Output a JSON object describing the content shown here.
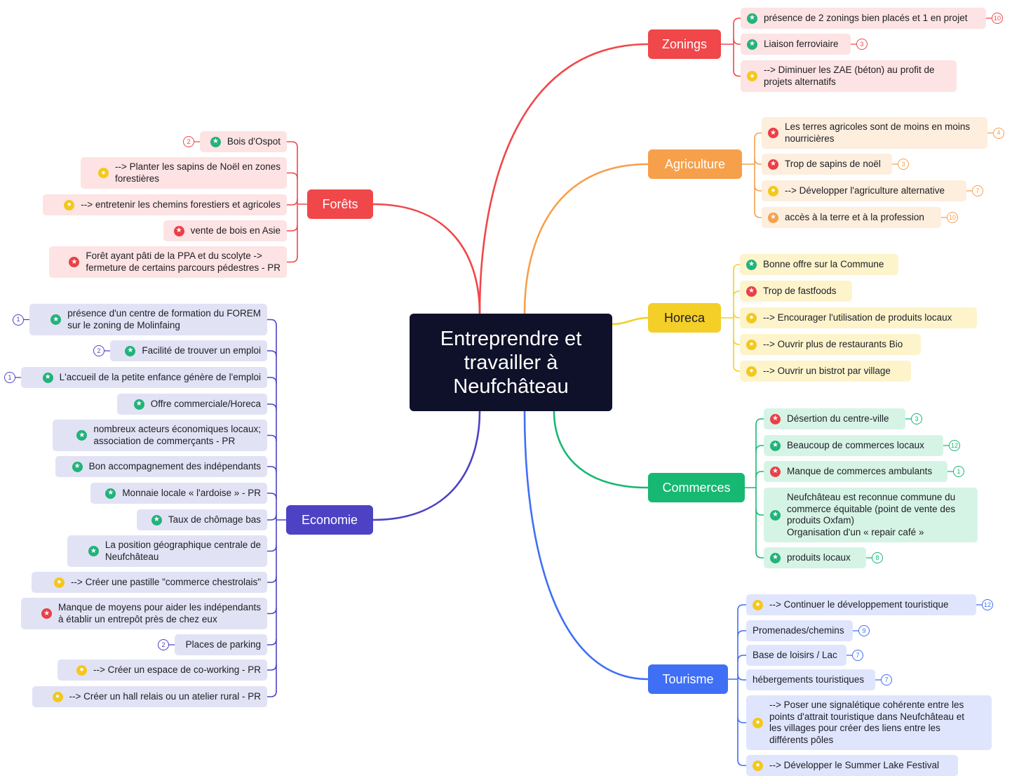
{
  "colors": {
    "central_bg": "#0f1029",
    "zonings": "#f0474a",
    "agriculture": "#f6a04c",
    "horeca": "#f3cf28",
    "commerces": "#17b872",
    "tourisme": "#3f6ff5",
    "economie": "#4d42c4",
    "forets": "#f0474a",
    "icon_positive": "#21b37a",
    "icon_negative": "#ea3f47",
    "icon_idea": "#f4c81c",
    "icon_neutral_star": "#f6a04c"
  },
  "central": {
    "title": "Entreprendre et\ntravailler à\nNeufchâteau"
  },
  "branches": [
    {
      "key": "zonings",
      "label": "Zonings",
      "children": [
        {
          "icon": "star-green",
          "text": "présence de 2 zonings bien placés et 1 en projet",
          "badge": "10"
        },
        {
          "icon": "star-green",
          "text": "Liaison ferroviaire",
          "badge": "3"
        },
        {
          "icon": "bulb",
          "text": "--> Diminuer les ZAE (béton) au profit de\nprojets alternatifs"
        }
      ]
    },
    {
      "key": "agriculture",
      "label": "Agriculture",
      "children": [
        {
          "icon": "star-red",
          "text": "Les terres agricoles sont de moins en moins\nnourricières",
          "badge": "4"
        },
        {
          "icon": "star-red",
          "text": "Trop de sapins de noël",
          "badge": "3"
        },
        {
          "icon": "bulb",
          "text": "--> Développer l'agriculture alternative",
          "badge": "7"
        },
        {
          "icon": "star-orange",
          "text": "accès à la terre et à la profession",
          "badge": "10"
        }
      ]
    },
    {
      "key": "horeca",
      "label": "Horeca",
      "children": [
        {
          "icon": "star-green",
          "text": "Bonne offre sur la Commune"
        },
        {
          "icon": "star-red",
          "text": "Trop de fastfoods"
        },
        {
          "icon": "bulb",
          "text": "--> Encourager l'utilisation de produits locaux"
        },
        {
          "icon": "bulb",
          "text": "--> Ouvrir plus de restaurants Bio"
        },
        {
          "icon": "bulb",
          "text": "--> Ouvrir un bistrot par village"
        }
      ]
    },
    {
      "key": "commerces",
      "label": "Commerces",
      "children": [
        {
          "icon": "star-red",
          "text": "Désertion du centre-ville",
          "badge": "3"
        },
        {
          "icon": "star-green",
          "text": "Beaucoup de commerces locaux",
          "badge": "12"
        },
        {
          "icon": "star-red",
          "text": "Manque de commerces ambulants",
          "badge": "1"
        },
        {
          "icon": "star-green",
          "text": "Neufchâteau est reconnue commune du\ncommerce équitable (point de vente des\nproduits Oxfam)\nOrganisation d'un « repair café »"
        },
        {
          "icon": "star-green",
          "text": "produits locaux",
          "badge": "8"
        }
      ]
    },
    {
      "key": "tourisme",
      "label": "Tourisme",
      "children": [
        {
          "icon": "bulb",
          "text": "--> Continuer le développement touristique",
          "badge": "12"
        },
        {
          "icon": "none",
          "text": "Promenades/chemins",
          "badge": "9"
        },
        {
          "icon": "none",
          "text": "Base de loisirs / Lac",
          "badge": "7"
        },
        {
          "icon": "none",
          "text": "hébergements touristiques",
          "badge": "7"
        },
        {
          "icon": "bulb",
          "text": "--> Poser une signalétique cohérente entre les\npoints d'attrait touristique dans Neufchâteau et\nles villages pour créer des liens entre les\ndifférents pôles"
        },
        {
          "icon": "bulb",
          "text": "--> Développer le Summer Lake Festival"
        }
      ]
    },
    {
      "key": "forets",
      "label": "Forêts",
      "children": [
        {
          "icon": "star-green",
          "text": "Bois d'Ospot",
          "badge": "2"
        },
        {
          "icon": "bulb",
          "text": "--> Planter les sapins de Noël en zones\nforestières"
        },
        {
          "icon": "bulb",
          "text": "--> entretenir les chemins forestiers et agricoles"
        },
        {
          "icon": "star-red",
          "text": "vente de bois en Asie"
        },
        {
          "icon": "star-red",
          "text": "Forêt ayant pâti de la PPA et du scolyte ->\nfermeture de certains parcours pédestres - PR"
        }
      ]
    },
    {
      "key": "economie",
      "label": "Economie",
      "children": [
        {
          "icon": "star-green",
          "text": "présence d'un centre de formation du FOREM\nsur le zoning de Molinfaing",
          "badge": "1"
        },
        {
          "icon": "star-green",
          "text": "Facilité de trouver un emploi",
          "badge": "2"
        },
        {
          "icon": "star-green",
          "text": "L'accueil de la petite enfance génère de l'emploi",
          "badge": "1"
        },
        {
          "icon": "star-green",
          "text": "Offre commerciale/Horeca"
        },
        {
          "icon": "star-green",
          "text": "nombreux acteurs économiques locaux;\nassociation de commerçants - PR"
        },
        {
          "icon": "star-green",
          "text": "Bon accompagnement des indépendants"
        },
        {
          "icon": "star-green",
          "text": "Monnaie locale « l'ardoise » - PR"
        },
        {
          "icon": "star-green",
          "text": "Taux de chômage bas"
        },
        {
          "icon": "star-green",
          "text": "La position géographique centrale de\nNeufchâteau"
        },
        {
          "icon": "bulb",
          "text": "--> Créer une pastille \"commerce chestrolais\""
        },
        {
          "icon": "star-red",
          "text": "Manque de moyens pour aider les indépendants\nà établir un entrepôt près de chez eux"
        },
        {
          "icon": "none",
          "text": "Places de parking",
          "badge": "2"
        },
        {
          "icon": "bulb",
          "text": "--> Créer un espace de co-working - PR"
        },
        {
          "icon": "bulb",
          "text": "--> Créer un hall relais ou un atelier rural - PR"
        }
      ]
    }
  ]
}
